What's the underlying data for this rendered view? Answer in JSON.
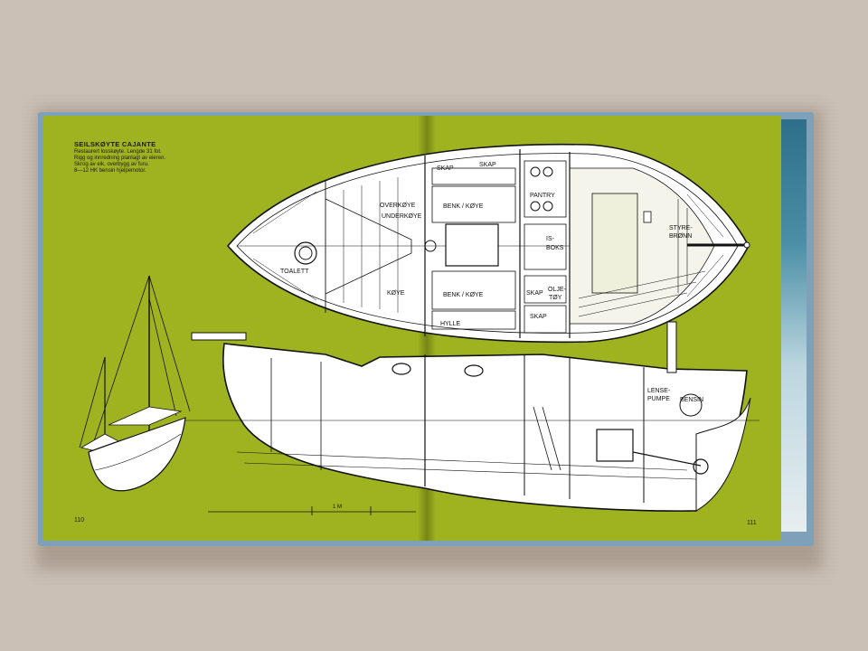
{
  "book": {
    "caption": {
      "title": "SEILSKØYTE CAJANTE",
      "lines": [
        "Restaurert losskøyte. Lengde 31 fot.",
        "Rigg og innredning planlagt av eieren.",
        "Skrog av eik, overbygg av furu.",
        "8—12 HK bensin hjelpemotor."
      ]
    },
    "page_left_number": "110",
    "page_right_number": "111",
    "scale_label": "1 M"
  },
  "plan_labels": {
    "overkoye": "OVERKØYE",
    "underkoye": "UNDERKØYE",
    "toalett": "TOALETT",
    "koye": "KØYE",
    "skap1": "SKAP",
    "skap2": "SKAP",
    "benk_koye_top": "BENK / KØYE",
    "benk_koye_bottom": "BENK / KØYE",
    "pantry": "PANTRY",
    "isboks1": "IS-",
    "isboks2": "BOKS",
    "skap3": "SKAP",
    "oljetoy1": "OLJE-",
    "oljetoy2": "TØY",
    "skap4": "SKAP",
    "hylle": "HYLLE",
    "styrebrønn1": "STYRE-",
    "styrebrønn2": "BRØNN"
  },
  "section_labels": {
    "lense1": "LENSE-",
    "lense2": "PUMPE",
    "bensin": "BENSIN"
  },
  "colors": {
    "page": "#9fb321",
    "cover": "#7ea1b9",
    "line": "#111111",
    "hull_fill": "#ffffff"
  }
}
